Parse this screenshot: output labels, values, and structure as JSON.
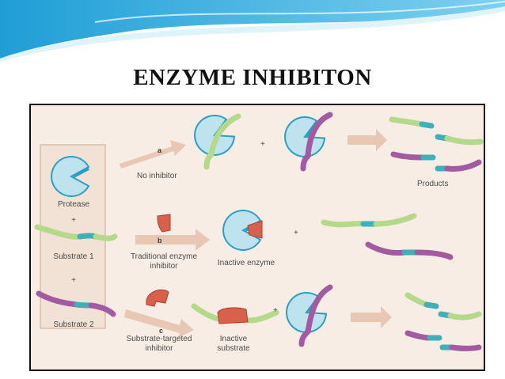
{
  "slide": {
    "title": "ENZYME INHIBITON"
  },
  "figure": {
    "legend": {
      "protease": "Protease",
      "plus_1": "+",
      "substrate_1": "Substrate 1",
      "plus_2": "+",
      "substrate_2": "Substrate 2"
    },
    "row_a": {
      "letter": "a",
      "condition": "No inhibitor",
      "plus": "+",
      "result": "Products"
    },
    "row_b": {
      "letter": "b",
      "condition_line1": "Traditional enzyme",
      "condition_line2": "inhibitor",
      "result": "Inactive enzyme",
      "plus": "+"
    },
    "row_c": {
      "letter": "c",
      "condition_line1": "Substrate-targeted",
      "condition_line2": "inhibitor",
      "result_line1": "Inactive",
      "result_line2": "substrate",
      "plus": "+"
    },
    "colors": {
      "background": "#f7ede4",
      "enzyme": "#bfe3ee",
      "enzyme_edge": "#2a9fc0",
      "substrate_green": "#b5d98a",
      "substrate_purple": "#a25aa0",
      "cleavage_site": "#3fb0b8",
      "inhibitor": "#d9604a",
      "arrow": "#e9c7b5"
    }
  }
}
